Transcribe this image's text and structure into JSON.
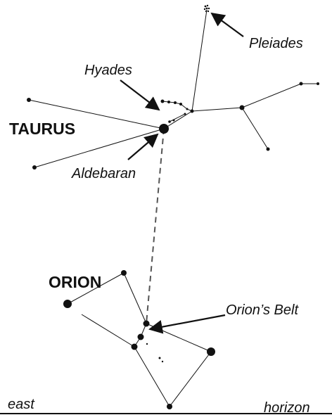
{
  "labels": {
    "pleiades": "Pleiades",
    "hyades": "Hyades",
    "taurus": "TAURUS",
    "aldebaran": "Aldebaran",
    "orion": "ORION",
    "orions_belt": "Orion’s Belt",
    "east": "east",
    "horizon": "horizon"
  },
  "colors": {
    "ink": "#111111",
    "background": "#ffffff"
  }
}
